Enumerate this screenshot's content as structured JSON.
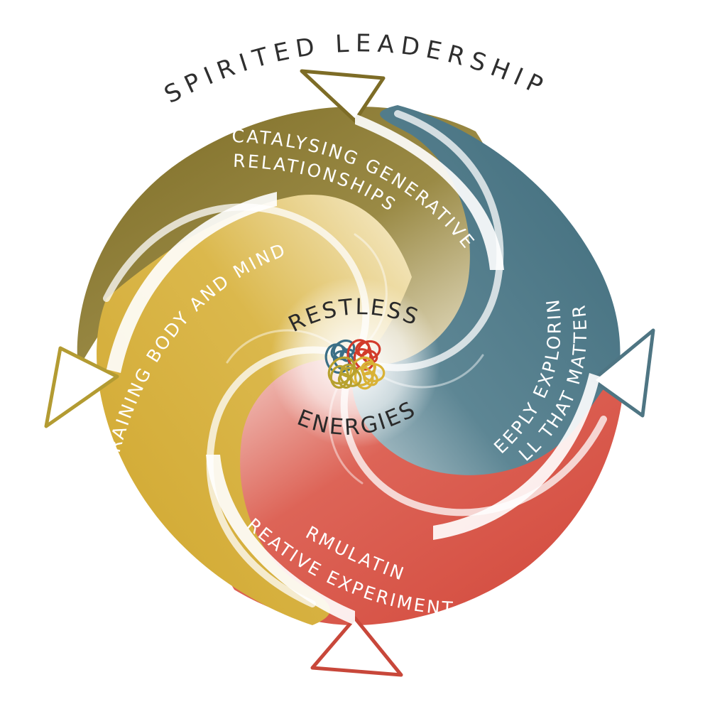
{
  "title": "Spirited Leadership",
  "center": {
    "line1": "Restless",
    "line2": "Energies"
  },
  "segments": [
    {
      "id": "catalysing",
      "line1": "Catalysing generative",
      "line2": "relationships",
      "color": "#8a7a2f"
    },
    {
      "id": "exploring",
      "line1": "Deeply exploring",
      "line2": "all that matters",
      "color": "#4e7583"
    },
    {
      "id": "formulating",
      "line1": "Formulating",
      "line2": "creative experiments",
      "color": "#d54f3b"
    },
    {
      "id": "training",
      "line1": "Training body and mind",
      "line2": "",
      "color": "#d4ab33"
    }
  ],
  "knot_colors": [
    "#3b6f86",
    "#d23b2b",
    "#d9b236",
    "#b7a12e"
  ]
}
